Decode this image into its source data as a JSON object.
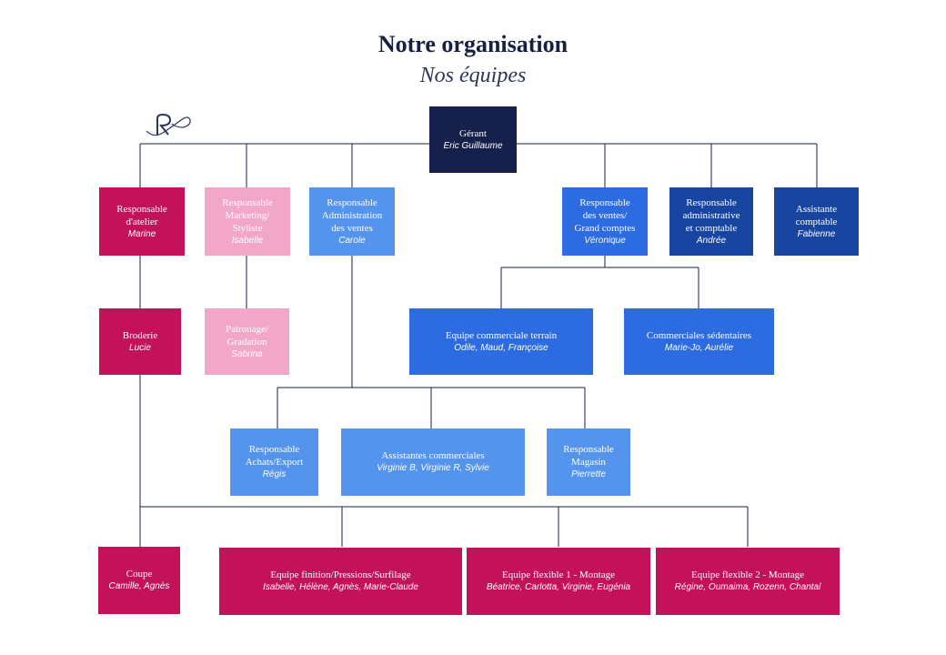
{
  "header": {
    "title": "Notre organisation",
    "subtitle": "Nos équipes"
  },
  "colors": {
    "navy": "#15214a",
    "crimson": "#c3125a",
    "pink": "#f3a7c8",
    "sky": "#5494ec",
    "blue": "#2c6be0",
    "royal": "#1845a0",
    "line": "#15213f"
  },
  "logo_icon": "monogram-R-icon",
  "nodes": {
    "gerant": {
      "role": "Gérant",
      "name": "Eric Guillaume"
    },
    "atelier": {
      "role": "Responsable\nd'atelier",
      "name": "Marine"
    },
    "marketing": {
      "role": "Responsable\nMarketing/\nStyliste",
      "name": "Isabelle"
    },
    "admin_ventes": {
      "role": "Responsable\nAdministration\ndes ventes",
      "name": "Carole"
    },
    "ventes": {
      "role": "Responsable\ndes ventes/\nGrand comptes",
      "name": "Véronique"
    },
    "admin_compta": {
      "role": "Responsable\nadministrative\net comptable",
      "name": "Andrée"
    },
    "assistante_compta": {
      "role": "Assistante\ncomptable",
      "name": "Fabienne"
    },
    "broderie": {
      "role": "Broderie",
      "name": "Lucie"
    },
    "patronage": {
      "role": "Patronage/\nGradation",
      "name": "Sabrina"
    },
    "terrain": {
      "role": "Equipe commerciale terrain",
      "name": "Odile, Maud, Françoise"
    },
    "sedentaires": {
      "role": "Commerciales sédentaires",
      "name": "Marie-Jo, Aurélie"
    },
    "achats": {
      "role": "Responsable\nAchats/Export",
      "name": "Régis"
    },
    "assistantes_co": {
      "role": "Assistantes commerciales",
      "name": "Virginie B, Virginie R, Sylvie"
    },
    "magasin": {
      "role": "Responsable\nMagasin",
      "name": "Pierrette"
    },
    "coupe": {
      "role": "Coupe",
      "name": "Camille, Agnès"
    },
    "finition": {
      "role": "Equipe finition/Pressions/Surfilage",
      "name": "Isabelle, Hélène, Agnès, Marie-Claude"
    },
    "flexible1": {
      "role": "Equipe flexible 1 - Montage",
      "name": "Béatrice, Carlotta, Virginie, Eugénia"
    },
    "flexible2": {
      "role": "Equipe flexible 2 - Montage",
      "name": "Régine, Oumaima, Rozenn, Chantal"
    }
  }
}
